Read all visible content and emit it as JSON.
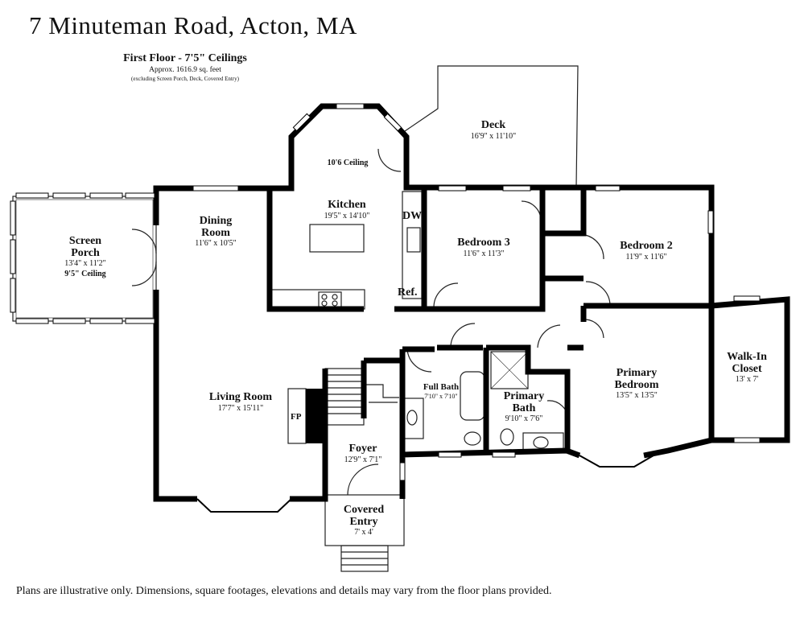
{
  "header": {
    "address": "7 Minuteman Road, Acton, MA",
    "floor": "First Floor - 7'5\" Ceilings",
    "area": "Approx. 1616.9 sq. feet",
    "exclusions": "(excluding Screen Porch, Deck, Covered Entry)"
  },
  "rooms": {
    "deck": {
      "name": "Deck",
      "dims": "16'9\" x 11'10\""
    },
    "kitchen": {
      "name": "Kitchen",
      "dims": "19'5\" x 14'10\"",
      "ceiling": "10'6 Ceiling"
    },
    "dining": {
      "name": "Dining Room",
      "dims": "11'6\" x 10'5\""
    },
    "screen_porch": {
      "name": "Screen Porch",
      "dims": "13'4\" x 11'2\"",
      "ceiling": "9'5\" Ceiling"
    },
    "bedroom3": {
      "name": "Bedroom 3",
      "dims": "11'6\" x 11'3\""
    },
    "bedroom2": {
      "name": "Bedroom 2",
      "dims": "11'9\" x 11'6\""
    },
    "walkin": {
      "name": "Walk-In Closet",
      "dims": "13' x 7'"
    },
    "primary_bedroom": {
      "name": "Primary Bedroom",
      "dims": "13'5\" x 13'5\""
    },
    "primary_bath": {
      "name": "Primary Bath",
      "dims": "9'10\" x 7'6\""
    },
    "full_bath": {
      "name": "Full Bath",
      "dims": "7'10\" x 7'10\""
    },
    "living": {
      "name": "Living Room",
      "dims": "17'7\" x 15'11\""
    },
    "foyer": {
      "name": "Foyer",
      "dims": "12'9\" x 7'1\""
    },
    "covered_entry": {
      "name": "Covered Entry",
      "dims": "7' x 4'"
    }
  },
  "fixtures": {
    "dw": "DW",
    "ref": "Ref.",
    "fp": "FP"
  },
  "footer": {
    "disclaimer": "Plans are illustrative only. Dimensions, square footages, elevations and details may vary from the floor plans provided."
  },
  "colors": {
    "wall": "#000000",
    "line": "#333333",
    "window": "#ffffff"
  }
}
